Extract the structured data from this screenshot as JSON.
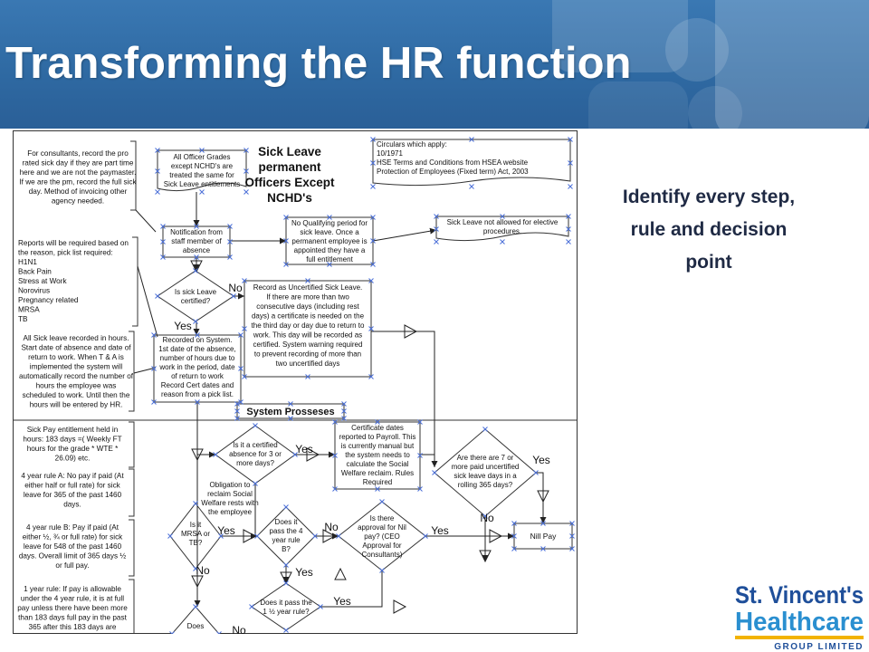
{
  "slide": {
    "title": "Transforming the HR function",
    "side_note": "Identify every step, rule and decision point"
  },
  "logo": {
    "line1": "St. Vincent's",
    "line2": "Healthcare",
    "line3": "GROUP LIMITED"
  },
  "flowchart": {
    "title": [
      "Sick Leave",
      "permanent",
      "Officers Except",
      "NCHD's"
    ],
    "section_label": "System Prosseses",
    "notes": {
      "consultants": [
        "For consultants, record the pro",
        "rated sick day if they are part time",
        "here and we are not the paymaster.",
        "If we are the pm, record the full sick",
        "day.  Method of invoicing other",
        "agency needed."
      ],
      "reports": [
        "Reports will be required based on",
        "the reason, pick list required:",
        "H1N1",
        "Back Pain",
        "Stress at Work",
        "Norovirus",
        "Pregnancy related",
        "MRSA",
        "TB"
      ],
      "hours": [
        "All Sick leave recorded in hours.",
        "Start date of absence and date of",
        "return to work.  When T & A is",
        "implemented the system will",
        "automatically record the number of",
        "hours the employee was",
        "scheduled to work.  Until then the",
        "hours will be entered by HR."
      ],
      "sick_pay": [
        "Sick Pay entitlement held in",
        "hours: 183 days =( Weekly FT",
        "hours for the grade * WTE *",
        "26.09)  etc."
      ],
      "rule_a": [
        "4 year rule A:  No pay if paid (At",
        "either half or full rate) for sick",
        "leave for 365 of the past 1460",
        "days."
      ],
      "rule_b": [
        "4 year rule B:  Pay if paid (At",
        "either ½, ¾  or full rate) for sick",
        "leave for 548 of the past 1460",
        "days. Overall limit of 365 days ½",
        "or full pay."
      ],
      "one_year": [
        "1 year rule:  If pay is allowable",
        "under the 4 year rule, it is at full",
        "pay unless there have been more",
        "than 183 days full pay in the past",
        "365 after this 183 days are"
      ]
    },
    "boxes": {
      "grades": [
        "All Officer Grades",
        "except NCHD's are",
        "treated the same for",
        "Sick Leave entitlements"
      ],
      "circulars": [
        "Circulars which apply:",
        "10/1971",
        "HSE Terms and Conditions from HSEA website",
        "Protection of Employees (Fixed term) Act, 2003"
      ],
      "notification": [
        "Notification from",
        "staff member of",
        "absence"
      ],
      "no_qualifying": [
        "No Qualifying period for",
        "sick leave.  Once a",
        "permanent employee is",
        "appointed they have a",
        "full entitlement"
      ],
      "elective": [
        "Sick Leave not allowed for elective",
        "procedures."
      ],
      "uncertified": [
        "Record as Uncertified Sick Leave.",
        "If there are more than two",
        "consecutive days (including rest",
        "days)  a certificate is needed on the",
        "the third day or day due to return to",
        "work.  This day will be recorded as",
        "certified. System warning required",
        "to prevent recording of more than",
        "two uncertified days"
      ],
      "recorded": [
        "Recorded on System.",
        "1st date of the absence,",
        "number of hours due to",
        "work in the period, date",
        "of return to work",
        "Record Cert dates and",
        "reason from a pick list."
      ],
      "cert_dates": [
        "Certificate dates",
        "reported to Payroll.  This",
        "is currently manual but",
        "the system needs to",
        "calculate the Social",
        "Welfare reclaim.  Rules",
        "Required"
      ],
      "obligation": [
        "Obligation to",
        "reclaim Social",
        "Welfare rests with",
        "the employee"
      ],
      "nill_pay": "Nill Pay"
    },
    "decisions": {
      "certified": [
        "Is sick Leave",
        "certified?"
      ],
      "certified3": [
        "Is it a certified",
        "absence for 3 or",
        "more days?"
      ],
      "seven_days": [
        "Are there are 7 or",
        "more paid uncertified",
        "sick leave days in a",
        "rolling 365 days?"
      ],
      "mrsa": [
        "Is it",
        "MRSA or",
        "TB?"
      ],
      "four_year": [
        "Does it",
        "pass the 4",
        "year rule",
        "B?"
      ],
      "nil_pay": [
        "Is there",
        "approval for Nil",
        "pay? (CEO",
        "Approval for",
        "Consultants)"
      ],
      "one_half": [
        "Does it pass the",
        "1 ½  year rule?"
      ],
      "does": [
        "Does"
      ]
    },
    "labels": {
      "yes": "Yes",
      "no": "No"
    }
  }
}
